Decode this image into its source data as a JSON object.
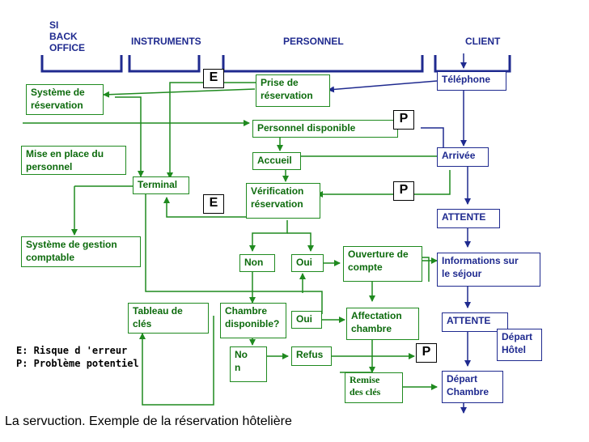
{
  "headers": {
    "si_back_office": "SI\nBACK\nOFFICE",
    "instruments": "INSTRUMENTS",
    "personnel": "PERSONNEL",
    "client": "CLIENT"
  },
  "nodes": {
    "systeme_reservation": "Système de\nréservation",
    "mise_en_place": "Mise en place du\npersonnel",
    "systeme_gestion": "Système de gestion\ncomptable",
    "terminal": "Terminal",
    "tableau_cles": "Tableau  de\nclés",
    "prise_reservation": "Prise de\nréservation",
    "personnel_disponible": "Personnel disponible",
    "accueil": "Accueil",
    "verification": "Vérification\nréservation",
    "non1": "Non",
    "oui1": "Oui",
    "ouverture_compte": "Ouverture de\ncompte",
    "chambre_disponible": "Chambre\ndisponible?",
    "oui2": "Oui",
    "affectation": "Affectation\nchambre",
    "non2": "No\nn",
    "refus": "Refus",
    "remise_cles": "Remise\ndes clés",
    "telephone": "Téléphone",
    "arrivee": "Arrivée",
    "attente1": "ATTENTE",
    "informations": "Informations sur\nle séjour",
    "attente2": "ATTENTE",
    "depart_hotel": "Départ\nHôtel",
    "depart_chambre": "Départ\nChambre"
  },
  "markers": {
    "e1": "E",
    "e2": "E",
    "p1": "P",
    "p2": "P",
    "p3": "P"
  },
  "legend": {
    "e": "E: Risque d 'erreur",
    "p": "P: Problème potentiel"
  },
  "caption": "La servuction. Exemple de la réservation hôtelière",
  "colors": {
    "green": "#1f8a1f",
    "blue": "#1f2a8f",
    "text_green": "#0d6b0d"
  }
}
